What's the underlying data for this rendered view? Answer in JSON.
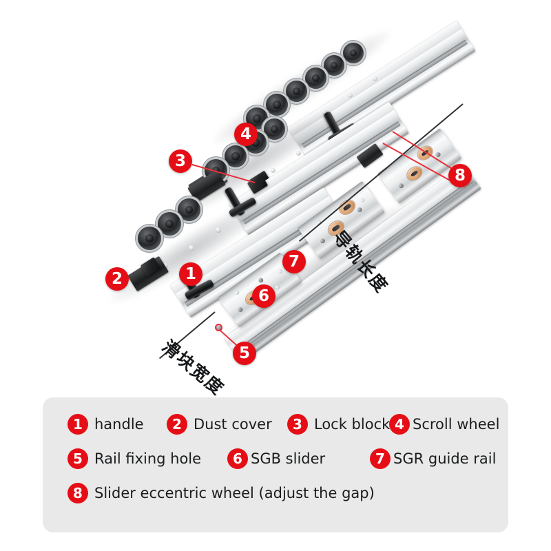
{
  "diagram": {
    "title": "SGR linear guide rail exploded callout diagram",
    "dimension_labels": [
      {
        "id": "rail-length",
        "text": "导轨长度",
        "meaning": "guide rail length"
      },
      {
        "id": "slider-width",
        "text": "滑块宽度",
        "meaning": "slider width"
      }
    ],
    "callouts": [
      {
        "number": "1",
        "label": "handle"
      },
      {
        "number": "2",
        "label": "Dust cover"
      },
      {
        "number": "3",
        "label": "Lock block"
      },
      {
        "number": "4",
        "label": "Scroll wheel"
      },
      {
        "number": "5",
        "label": "Rail fixing hole"
      },
      {
        "number": "6",
        "label": "SGB slider"
      },
      {
        "number": "7",
        "label": "SGR guide rail"
      },
      {
        "number": "8",
        "label": "Slider eccentric wheel (adjust the gap)"
      }
    ]
  },
  "legend": {
    "rows": [
      [
        {
          "number": "1",
          "label": "handle"
        },
        {
          "number": "2",
          "label": "Dust cover"
        },
        {
          "number": "3",
          "label": "Lock block"
        },
        {
          "number": "4",
          "label": "Scroll wheel"
        }
      ],
      [
        {
          "number": "5",
          "label": "Rail fixing hole"
        },
        {
          "number": "6",
          "label": "SGB slider"
        },
        {
          "number": "7",
          "label": "SGR guide rail"
        }
      ],
      [
        {
          "number": "8",
          "label": "Slider eccentric wheel (adjust the gap)"
        }
      ]
    ]
  },
  "colors": {
    "badge_red": "#e60e16",
    "leader_red": "#e8313a",
    "panel_gray": "#e9e9e9",
    "text_dark": "#1a1c1e",
    "page_background": "#ffffff"
  }
}
